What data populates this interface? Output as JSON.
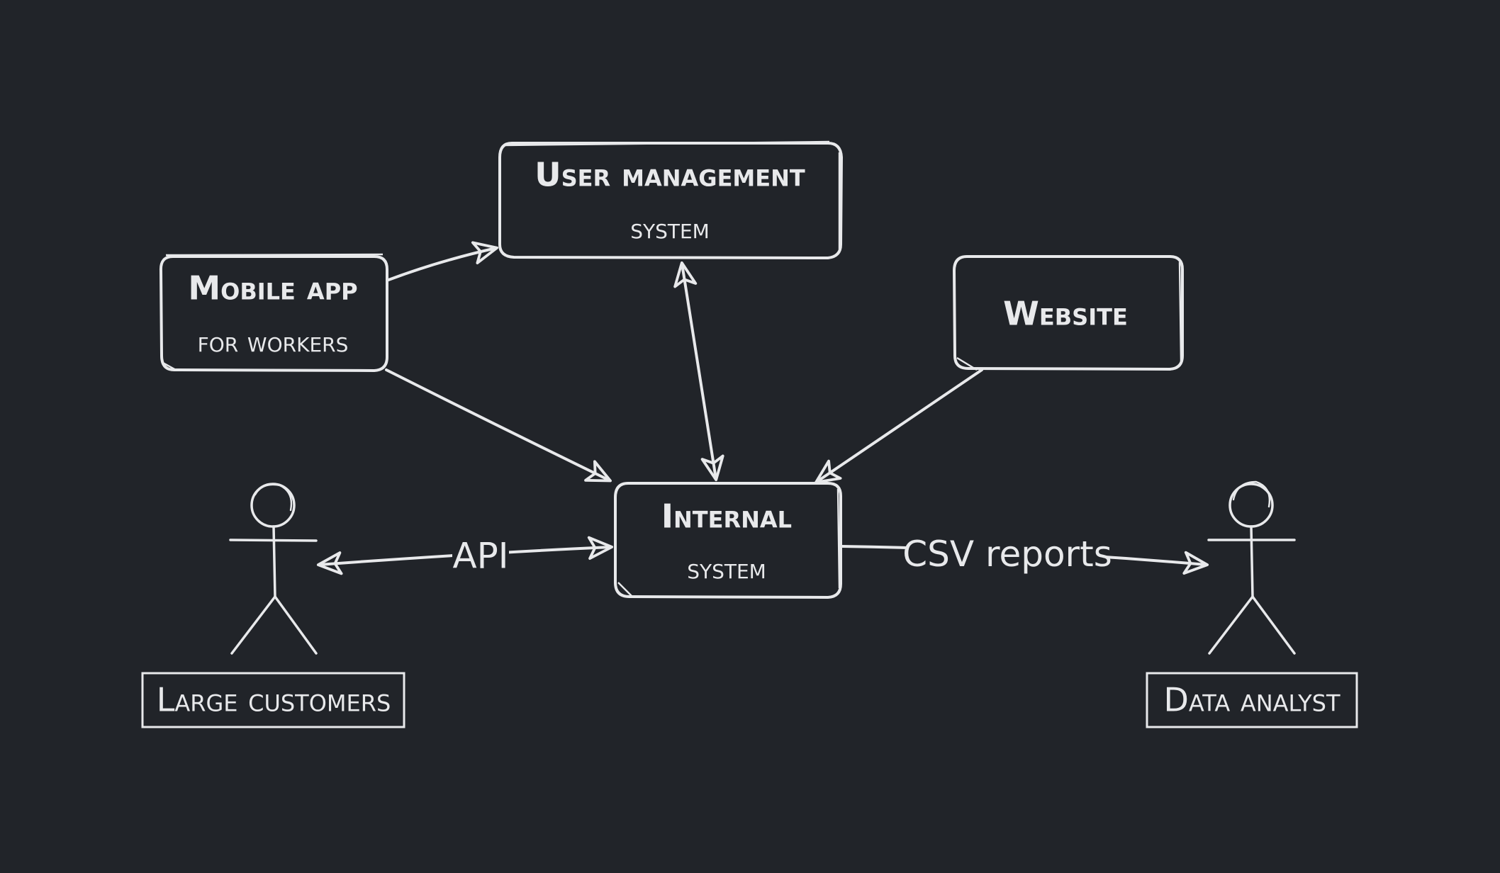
{
  "diagram": {
    "nodes": {
      "user_management": {
        "line1": "User management",
        "line2": "system"
      },
      "mobile_app": {
        "line1": "Mobile app",
        "line2": "for workers"
      },
      "website": {
        "line1": "Website"
      },
      "internal": {
        "line1": "Internal",
        "line2": "system"
      }
    },
    "actors": {
      "large_customers": "Large customers",
      "data_analyst": "Data analyst"
    },
    "edges": {
      "api_label": "API",
      "csv_label": "CSV reports"
    },
    "colors": {
      "background": "#212429",
      "stroke": "#e8e9eb"
    }
  }
}
